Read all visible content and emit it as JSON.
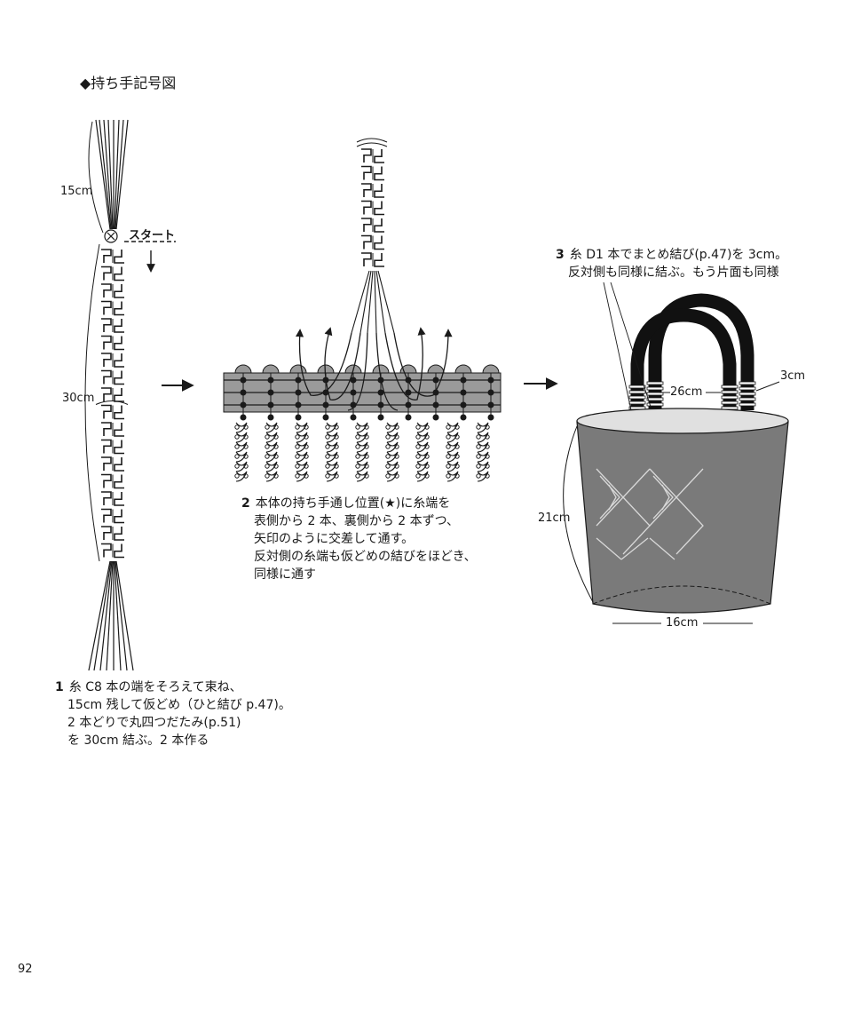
{
  "title": "◆持ち手記号図",
  "page_number": "92",
  "step1": {
    "number": "1",
    "lines": [
      "糸 C8 本の端をそろえて束ね、",
      "15cm 残して仮どめ（ひと結び p.47)。",
      "2 本どりで丸四つだたみ(p.51)",
      "を 30cm 結ぶ。2 本作る"
    ],
    "start_label": "スタート",
    "dim_top": "15cm",
    "dim_middle": "30cm"
  },
  "step2": {
    "number": "2",
    "lines": [
      "本体の持ち手通し位置(★)に糸端を",
      "表側から 2 本、裏側から 2 本ずつ、",
      "矢印のように交差して通す。",
      "反対側の糸端も仮どめの結びをほどき、",
      "同様に通す"
    ]
  },
  "step3": {
    "number": "3",
    "lines": [
      "糸 D1 本でまとめ結び(p.47)を 3cm。",
      "反対側も同様に結ぶ。もう片面も同様"
    ],
    "dim_handle_width": "26cm",
    "dim_wrap": "3cm",
    "dim_height": "21cm",
    "dim_bottom": "16cm"
  },
  "colors": {
    "ink": "#1a1a1a",
    "bag_body": "#7a7a7a",
    "band": "#9a9a9a",
    "handle": "#111111"
  }
}
